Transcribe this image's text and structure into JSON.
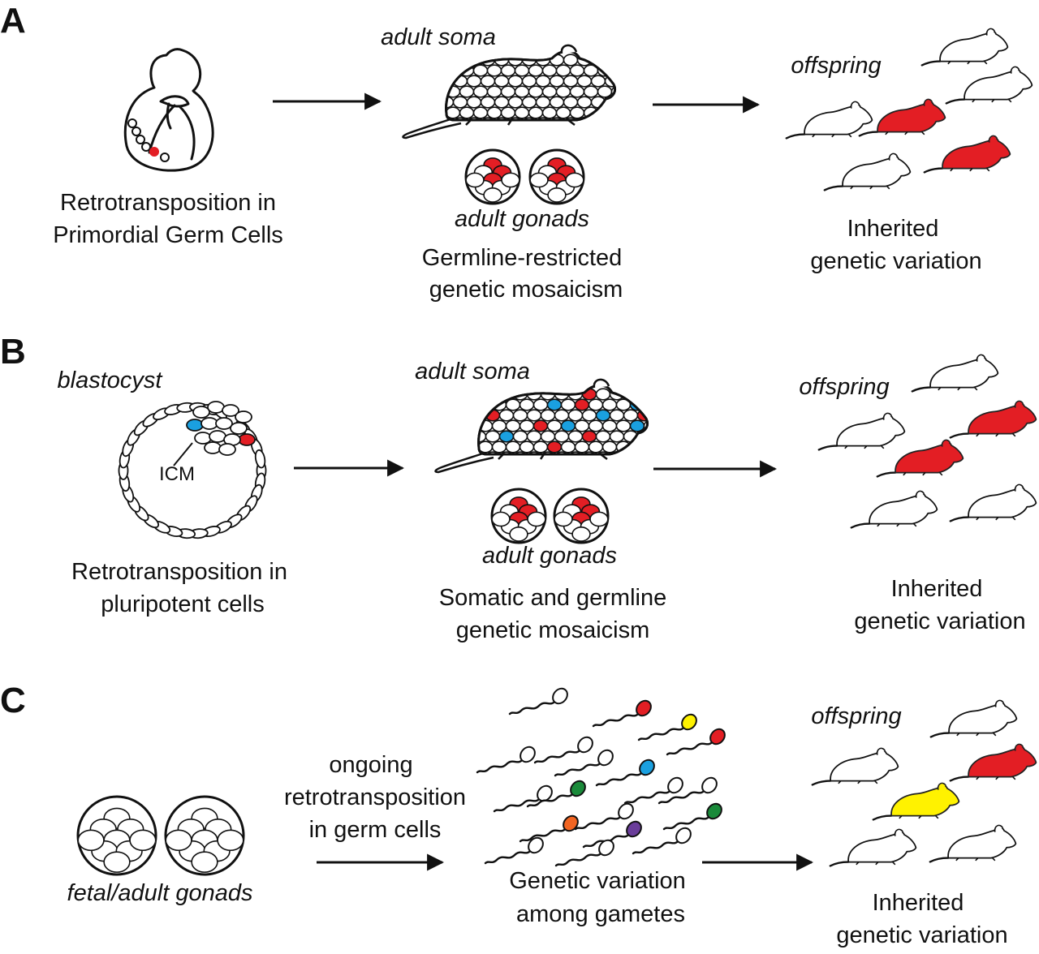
{
  "colors": {
    "red": "#e31e24",
    "blue": "#1aa0e0",
    "yellow": "#fff200",
    "green": "#1a8a3a",
    "orange": "#f26522",
    "purple": "#6a3d9a",
    "ink": "#111111"
  },
  "panel_a": {
    "letter": "A",
    "left_caption": [
      "Retrotransposition in",
      "Primordial Germ Cells"
    ],
    "soma_label": "adult soma",
    "gonads_label": "adult gonads",
    "middle_caption": [
      "Germline-restricted",
      "genetic mosaicism"
    ],
    "offspring_label": "offspring",
    "right_caption": [
      "Inherited",
      "genetic variation"
    ],
    "offspring_colors": [
      "white",
      "white",
      "red",
      "white",
      "red",
      "white"
    ]
  },
  "panel_b": {
    "letter": "B",
    "blastocyst_label": "blastocyst",
    "icm_label": "ICM",
    "left_caption": [
      "Retrotransposition in",
      "pluripotent cells"
    ],
    "soma_label": "adult soma",
    "gonads_label": "adult gonads",
    "middle_caption": [
      "Somatic and germline",
      "genetic mosaicism"
    ],
    "offspring_label": "offspring",
    "right_caption": [
      "Inherited",
      "genetic variation"
    ],
    "offspring_colors": [
      "white",
      "white",
      "red",
      "red",
      "white",
      "white"
    ]
  },
  "panel_c": {
    "letter": "C",
    "gonads_label": "fetal/adult gonads",
    "arrow_caption": [
      "ongoing",
      "retrotransposition",
      "in germ cells"
    ],
    "middle_caption": [
      "Genetic variation",
      "among gametes"
    ],
    "offspring_label": "offspring",
    "right_caption": [
      "Inherited",
      "genetic variation"
    ],
    "offspring_colors": [
      "white",
      "white",
      "red",
      "yellow",
      "white",
      "white"
    ],
    "sperm_colors": [
      "white",
      "red",
      "white",
      "yellow",
      "white",
      "red",
      "white",
      "blue",
      "white",
      "white",
      "green",
      "white",
      "white",
      "green",
      "orange",
      "white",
      "purple",
      "white",
      "white"
    ]
  }
}
